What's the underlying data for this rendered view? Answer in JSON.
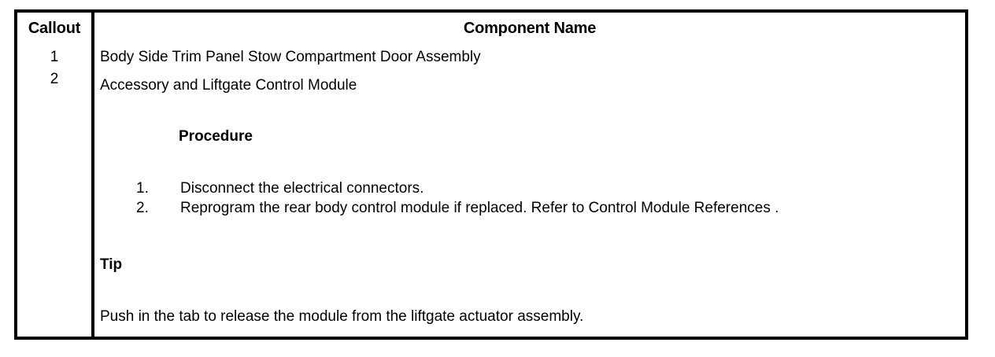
{
  "table": {
    "headers": {
      "callout": "Callout",
      "component_name": "Component Name"
    },
    "rows": [
      {
        "callout": "1",
        "component_name": "Body Side Trim Panel Stow Compartment Door Assembly"
      },
      {
        "callout": "2",
        "component_name": "Accessory and Liftgate Control Module",
        "procedure_heading": "Procedure",
        "steps": [
          {
            "number": "1.",
            "text": "Disconnect the electrical connectors."
          },
          {
            "number": "2.",
            "text": "Reprogram the rear body control module if replaced. Refer to Control Module References ."
          }
        ],
        "tip_heading": "Tip",
        "tip_text": "Push in the tab to release the module from the liftgate actuator assembly."
      }
    ]
  },
  "colors": {
    "border": "#000000",
    "text": "#000000",
    "background": "#ffffff"
  }
}
